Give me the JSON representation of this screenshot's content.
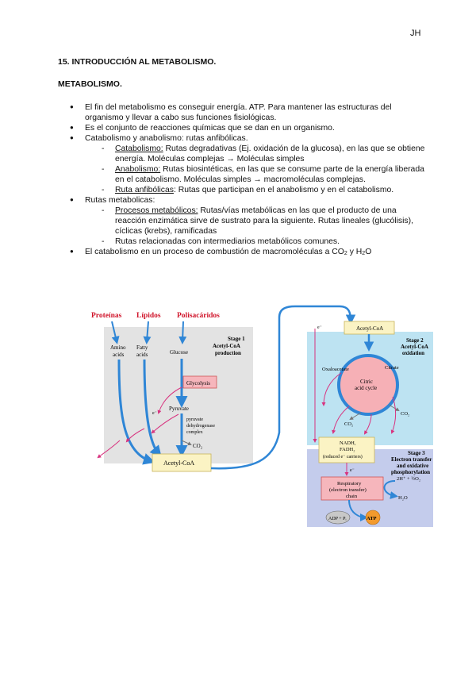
{
  "header": {
    "initials": "JH"
  },
  "doc": {
    "title": "15. INTRODUCCIÓN AL METABOLISMO.",
    "subtitle": "METABOLISMO."
  },
  "bullets": {
    "b1": "El fin del metabolismo es conseguir energía. ATP. Para mantener las estructuras del organismo y llevar a cabo sus funciones fisiológicas.",
    "b2": "Es el conjunto de reacciones químicas que se dan en un organismo.",
    "b3": "Catabolismo y anabolismo: rutas anfibólicas.",
    "b3_1_term": "Catabolismo:",
    "b3_1_text": " Rutas degradativas (Ej. oxidación de la glucosa), en las que se obtiene energía. Moléculas complejas → Moléculas simples",
    "b3_2_term": "Anabolismo:",
    "b3_2_text": " Rutas biosintéticas, en las que se consume parte de la energía liberada en el catabolismo. Moléculas simples → macromoléculas complejas.",
    "b3_3_term": "Ruta anfibólicas",
    "b3_3_text": ": Rutas que participan en el anabolismo y en el catabolismo.",
    "b4": "Rutas metabolicas:",
    "b4_1_term": "Procesos metabólicos:",
    "b4_1_text": " Rutas/vías metabólicas en las que el producto de una reacción enzimática sirve de sustrato para la siguiente. Rutas lineales (glucólisis), cíclicas (krebs), ramificadas",
    "b4_2": "Rutas relacionadas con intermediarios metabólicos comunes.",
    "b5_a": "El catabolismo en un proceso de combustión de macromoléculas a CO",
    "b5_sub1": "2",
    "b5_b": " y H",
    "b5_sub2": "2",
    "b5_c": "O"
  },
  "figure": {
    "macro": {
      "proteins": "Proteínas",
      "lipids": "Lípidos",
      "polysaccharides": "Polisacáridos"
    },
    "stage1": {
      "title_1": "Stage 1",
      "title_2": "Acetyl-CoA",
      "title_3": "production",
      "amino_1": "Amino",
      "amino_2": "acids",
      "fatty_1": "Fatty",
      "fatty_2": "acids",
      "glucose": "Glucose",
      "glycolysis": "Glycolysis",
      "pyruvate": "Pyruvate",
      "pdh_1": "pyruvate",
      "pdh_2": "dehydrogenase",
      "pdh_3": "complex",
      "co2": "CO₂",
      "acetylcoa": "Acetyl-CoA",
      "e": "e⁻"
    },
    "stage2": {
      "title_1": "Stage 2",
      "title_2": "Acetyl-CoA",
      "title_3": "oxidation",
      "acetylcoa": "Acetyl-CoA",
      "oxaloacetate": "Oxaloacetate",
      "citrate": "Citrate",
      "cycle_1": "Citric",
      "cycle_2": "acid cycle",
      "co2": "CO₂",
      "e": "e⁻"
    },
    "stage3": {
      "nadh_1": "NADH,",
      "nadh_2": "FADH₂",
      "nadh_3": "(reduced e⁻ carriers)",
      "title_1": "Stage 3",
      "title_2": "Electron transfer",
      "title_3": "and oxidative",
      "title_4": "phosphorylation",
      "chain_1": "Respiratory",
      "chain_2": "(electron transfer)",
      "chain_3": "chain",
      "protons": "2H⁺ + ½O₂",
      "water": "H₂O",
      "adp": "ADP + Pᵢ",
      "atp": "ATP",
      "e": "e⁻"
    },
    "colors": {
      "red_label": "#d0142a",
      "stage1_bg": "#e3e3e3",
      "stage2_bg": "#bde3f2",
      "stage3_bg": "#c4ccec",
      "yellow_box": "#fbf3c4",
      "pink_box": "#f6b6bc",
      "cycle_pink": "#f6b0b6",
      "blue_arrow": "#2f86d6",
      "magenta": "#d8337f",
      "atp_orange": "#f39a2d",
      "adp_gray": "#c8c8c8"
    }
  }
}
